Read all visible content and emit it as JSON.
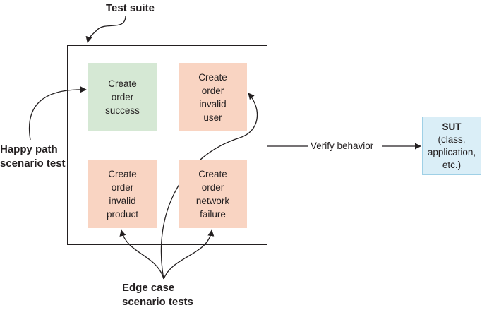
{
  "labels": {
    "test_suite": "Test suite",
    "happy_path": "Happy path\nscenario test",
    "edge_case": "Edge case\nscenario tests",
    "verify_behavior": "Verify behavior"
  },
  "tests": [
    {
      "label": "Create\norder\nsuccess",
      "kind": "happy"
    },
    {
      "label": "Create\norder\ninvalid\nuser",
      "kind": "edge"
    },
    {
      "label": "Create\norder\ninvalid\nproduct",
      "kind": "edge"
    },
    {
      "label": "Create\norder\nnetwork\nfailure",
      "kind": "edge"
    }
  ],
  "sut": {
    "title": "SUT",
    "description": "(class,\napplication,\netc.)"
  },
  "colors": {
    "happy_fill": "#d5e8d4",
    "happy_border": "#82b366",
    "edge_fill": "#f9d4c2",
    "edge_border": "#f4a07e",
    "sut_fill": "#daeef7",
    "sut_border": "#9fd0e6",
    "line": "#231f20"
  }
}
